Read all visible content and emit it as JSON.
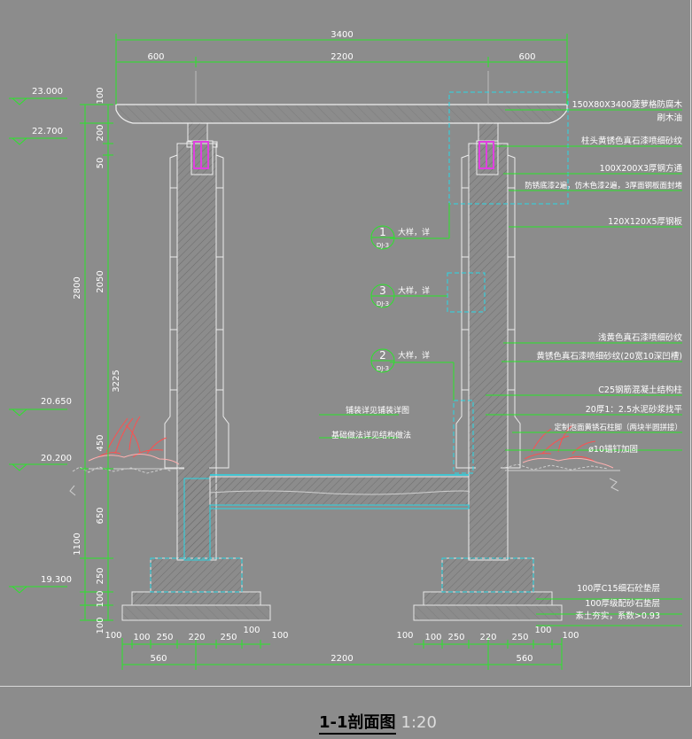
{
  "caption": {
    "title": "1-1剖面图",
    "scale": "1:20"
  },
  "dims_top": {
    "overall": "3400",
    "left": "600",
    "mid": "2200",
    "right": "600"
  },
  "dims_left": {
    "d100a": "100",
    "d200": "200",
    "d50": "50",
    "d2050": "2050",
    "d2800": "2800",
    "d3225": "3225",
    "d450": "450",
    "d650": "650",
    "d1100": "1100",
    "d250": "250",
    "d100b": "100",
    "d100c": "100"
  },
  "elevations": [
    "23.000",
    "22.700",
    "20.650",
    "20.200",
    "19.300"
  ],
  "dims_bottom": {
    "left_row": [
      "100",
      "100",
      "250",
      "220",
      "250",
      "100",
      "100"
    ],
    "right_row": [
      "100",
      "100",
      "250",
      "220",
      "250",
      "100",
      "100"
    ],
    "totals": [
      "560",
      "2200",
      "560"
    ]
  },
  "callouts": {
    "c1": {
      "num": "1",
      "ref": "DJ-3",
      "text": "大样，详"
    },
    "c2": {
      "num": "2",
      "ref": "DJ-3",
      "text": "大样，详"
    },
    "c3": {
      "num": "3",
      "ref": "DJ-3",
      "text": "大样，详"
    }
  },
  "notes_right": [
    "150X80X3400菠萝格防腐木",
    "刷木油",
    "柱头黄锈色真石漆喷细砂纹",
    "100X200X3厚钢方通",
    "防锈底漆2遍，仿木色漆2遍，3厚面钢板面封堵",
    "120X120X5厚钢板",
    "浅黄色真石漆喷细砂纹",
    "黄锈色真石漆喷细砂纹(20宽10深凹槽)",
    "C25钢筋混凝土结构柱",
    "20厚1：2.5水泥砂浆找平",
    "定制泡面黄锈石柱脚（两块半圆拼接）",
    "ø10锚钉加固"
  ],
  "notes_center": [
    "铺装详见铺装详图",
    "基础做法详见结构做法"
  ],
  "notes_foundation": [
    "100厚C15细石砼垫层",
    "100厚级配砂石垫层",
    "素土夯实，系数>0.93"
  ]
}
